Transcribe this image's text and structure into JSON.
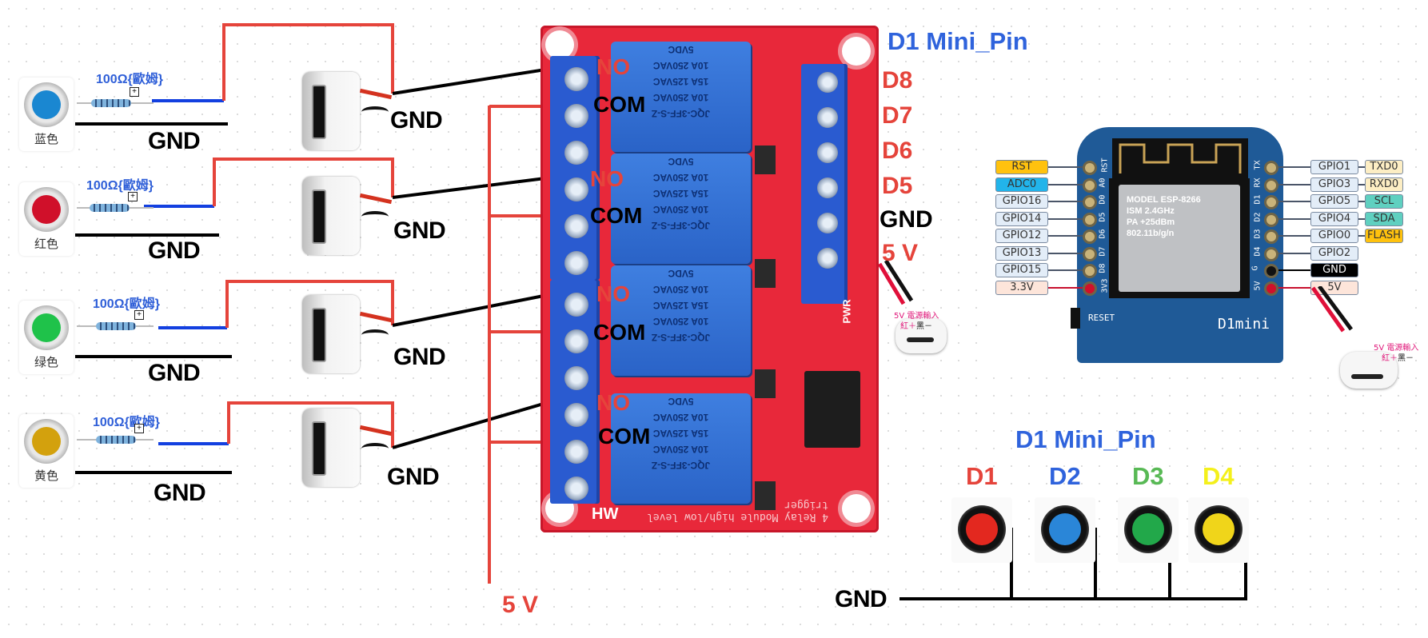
{
  "leds": [
    {
      "name": "蓝色",
      "color": "#1a87d1",
      "resistor_label": "100Ω{歐姆}",
      "gnd_label": "GND",
      "socket_gnd_label": "GND"
    },
    {
      "name": "红色",
      "color": "#d0102a",
      "resistor_label": "100Ω{歐姆}",
      "gnd_label": "GND",
      "socket_gnd_label": "GND"
    },
    {
      "name": "绿色",
      "color": "#1fc24a",
      "resistor_label": "100Ω{歐姆}",
      "gnd_label": "GND",
      "socket_gnd_label": "GND"
    },
    {
      "name": "黄色",
      "color": "#d3a10d",
      "resistor_label": "100Ω{歐姆}",
      "gnd_label": "GND",
      "socket_gnd_label": "GND"
    }
  ],
  "relay_board": {
    "relays": [
      {
        "no_label": "NO",
        "com_label": "COM",
        "model": "JQC-3FF-S-Z",
        "rating1": "10A 250VAC",
        "rating2": "15A 125VAC",
        "rating3": "10A 250VAC",
        "coil": "5VDC"
      },
      {
        "no_label": "NO",
        "com_label": "COM",
        "model": "JQC-3FF-S-Z",
        "rating1": "10A 250VAC",
        "rating2": "15A 125VAC",
        "rating3": "10A 250VAC",
        "coil": "5VDC"
      },
      {
        "no_label": "NO",
        "com_label": "COM",
        "model": "JQC-3FF-S-Z",
        "rating1": "10A 250VAC",
        "rating2": "15A 125VAC",
        "rating3": "10A 250VAC",
        "coil": "5VDC"
      },
      {
        "no_label": "NO",
        "com_label": "COM",
        "model": "JQC-3FF-S-Z",
        "rating1": "10A 250VAC",
        "rating2": "15A 125VAC",
        "rating3": "10A 250VAC",
        "coil": "5VDC"
      }
    ],
    "silk_brand": "HW",
    "silk_text": "4 Relay Module high/low level trigger",
    "pwr_label": "PWR",
    "input_pins": [
      {
        "label": "D8",
        "color": "#e5443b"
      },
      {
        "label": "D7",
        "color": "#e5443b"
      },
      {
        "label": "D6",
        "color": "#e5443b"
      },
      {
        "label": "D5",
        "color": "#e5443b"
      },
      {
        "label": "GND",
        "color": "#000000"
      },
      {
        "label": "5 V",
        "color": "#e5443b"
      }
    ],
    "vcc_rail_label": "5 V",
    "power_connector": {
      "line1": "5V 電源輸入",
      "line2_red": "紅＋",
      "line2_black": "黑－"
    }
  },
  "d1mini_title_top": "D1 Mini_Pin",
  "d1mini": {
    "board_label": "D1mini",
    "reset_label": "RESET",
    "module_text": [
      "MODEL ESP-8266",
      "ISM 2.4GHz",
      "PA +25dBm",
      "802.11b/g/n"
    ],
    "left_pins": [
      {
        "func": "RST",
        "pin": "RST",
        "bg": "#ffc20e"
      },
      {
        "func": "ADC0",
        "pin": "A0",
        "bg": "#22b4ea"
      },
      {
        "func": "GPIO16",
        "pin": "D0",
        "bg": "#e3edf8"
      },
      {
        "func": "GPIO14",
        "pin": "D5",
        "bg": "#e3edf8"
      },
      {
        "func": "GPIO12",
        "pin": "D6",
        "bg": "#e3edf8"
      },
      {
        "func": "GPIO13",
        "pin": "D7",
        "bg": "#e3edf8"
      },
      {
        "func": "GPIO15",
        "pin": "D8",
        "bg": "#e3edf8"
      },
      {
        "func": "3.3V",
        "pin": "3V3",
        "bg": "#fde5da"
      }
    ],
    "right_pins": [
      {
        "pin": "TX",
        "gpio": "GPIO1",
        "alt": "TXD0",
        "alt_bg": "#fdeec4"
      },
      {
        "pin": "RX",
        "gpio": "GPIO3",
        "alt": "RXD0",
        "alt_bg": "#fdeec4"
      },
      {
        "pin": "D1",
        "gpio": "GPIO5",
        "alt": "SCL",
        "alt_bg": "#5fd0c0"
      },
      {
        "pin": "D2",
        "gpio": "GPIO4",
        "alt": "SDA",
        "alt_bg": "#5fd0c0"
      },
      {
        "pin": "D3",
        "gpio": "GPIO0",
        "alt": "FLASH",
        "alt_bg": "#ffc20e"
      },
      {
        "pin": "D4",
        "gpio": "GPIO2",
        "alt": "",
        "alt_bg": ""
      },
      {
        "pin": "G",
        "gpio": "GND",
        "alt": "",
        "alt_bg": ""
      },
      {
        "pin": "5V",
        "gpio": "5V",
        "alt": "",
        "alt_bg": ""
      }
    ],
    "power_connector": {
      "line1": "5V 電源輸入",
      "line2_red": "紅＋",
      "line2_black": "黑－"
    }
  },
  "buttons_section": {
    "title": "D1 Mini_Pin",
    "buttons": [
      {
        "label": "D1",
        "label_color": "#e5443b",
        "cap_color": "#e3281f"
      },
      {
        "label": "D2",
        "label_color": "#2f63dc",
        "cap_color": "#2a86d8"
      },
      {
        "label": "D3",
        "label_color": "#58b955",
        "cap_color": "#22a84a"
      },
      {
        "label": "D4",
        "label_color": "#f4f01c",
        "cap_color": "#f0d51a"
      }
    ],
    "gnd_label": "GND"
  }
}
